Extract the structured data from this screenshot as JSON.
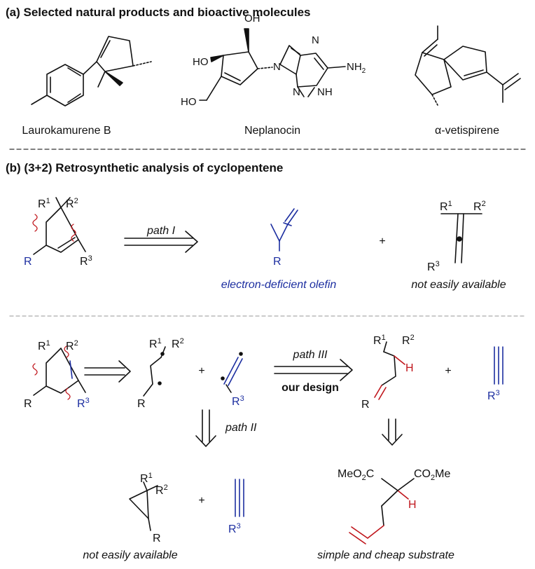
{
  "section_a": {
    "title": "(a) Selected natural products and bioactive molecules",
    "molecules": [
      {
        "name": "Laurokamurene B"
      },
      {
        "name": "Neplanocin",
        "atoms": {
          "oh_top": "OH",
          "ho_left": "HO",
          "ho_bottom": "HO",
          "n9": "N",
          "n7": "N",
          "n3": "N",
          "nh": "NH",
          "nh2": "NH",
          "nh2_sub": "2"
        }
      },
      {
        "name": "α-vetispirene"
      }
    ]
  },
  "section_b": {
    "title": "(b) (3+2) Retrosynthetic analysis of cyclopentene",
    "row1": {
      "path_label": "path I",
      "olefin_caption": "electron-deficient olefin",
      "allene_caption": "not easily available",
      "plus": "+"
    },
    "row2": {
      "path_iii": "path III",
      "design_label": "our design",
      "path_ii": "path II",
      "plus": "+"
    },
    "row3": {
      "cyclopropane_caption": "not easily available",
      "substrate_caption": "simple and cheap substrate",
      "plus": "+"
    },
    "labels": {
      "R": "R",
      "R1": "R",
      "R2": "R",
      "R3": "R",
      "sup1": "1",
      "sup2": "2",
      "sup3": "3",
      "H": "H",
      "ester_left": "MeO",
      "ester_left_sub": "2",
      "ester_left_end": "C",
      "ester_right": "CO",
      "ester_right_sub": "2",
      "ester_right_end": "Me"
    }
  },
  "colors": {
    "blue": "#1c2ea0",
    "red": "#c0161c",
    "black": "#111111",
    "dash": "#999999"
  }
}
